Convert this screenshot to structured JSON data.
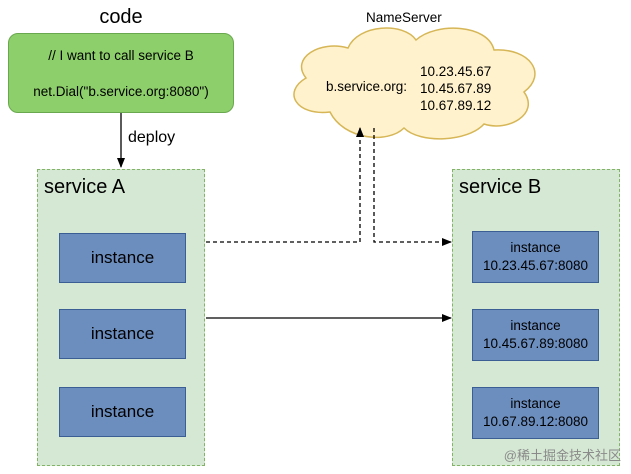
{
  "code_section": {
    "title": "code",
    "line1": "// I want to call service B",
    "line2": "net.Dial(\"b.service.org:8080\")"
  },
  "deploy_label": "deploy",
  "nameserver": {
    "title": "NameServer",
    "domain": "b.service.org:",
    "ips": [
      "10.23.45.67",
      "10.45.67.89",
      "10.67.89.12"
    ]
  },
  "service_a": {
    "label": "service A",
    "instances": [
      "instance",
      "instance",
      "instance"
    ]
  },
  "service_b": {
    "label": "service B",
    "instances": [
      {
        "name": "instance",
        "addr": "10.23.45.67:8080"
      },
      {
        "name": "instance",
        "addr": "10.45.67.89:8080"
      },
      {
        "name": "instance",
        "addr": "10.67.89.12:8080"
      }
    ]
  },
  "watermark": "@稀土掘金技术社区",
  "colors": {
    "code_box": "#8dcf6a",
    "service_bg": "#d5e8d4",
    "service_border": "#82b366",
    "instance": "#6c8ebf",
    "cloud": "#fff2cc",
    "cloud_border": "#d6b656"
  }
}
